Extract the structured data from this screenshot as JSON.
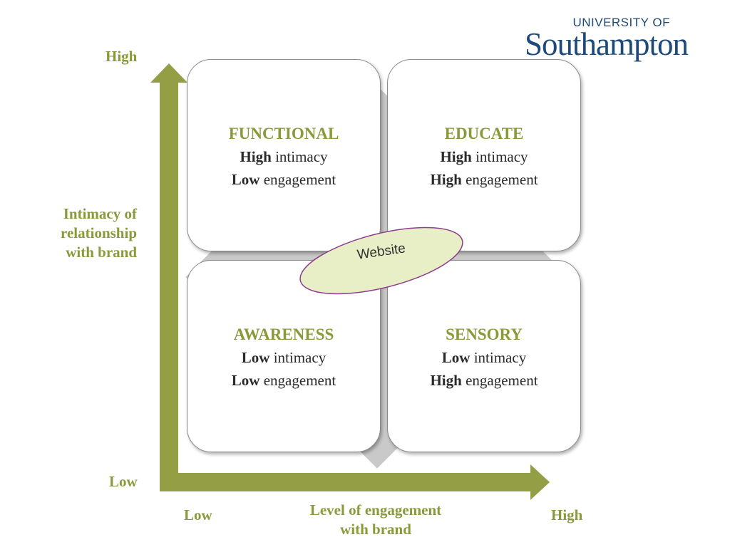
{
  "logo": {
    "top": "UNIVERSITY OF",
    "main": "Southampton"
  },
  "y_axis": {
    "label_lines": [
      "Intimacy of",
      "relationship",
      "with brand"
    ],
    "high": "High",
    "low": "Low"
  },
  "x_axis": {
    "label_lines": [
      "Level of engagement",
      "with brand"
    ],
    "low": "Low",
    "high": "High"
  },
  "quadrants": [
    {
      "title": "FUNCTIONAL",
      "line1_bold": "High",
      "line1_rest": " intimacy",
      "line2_bold": "Low",
      "line2_rest": " engagement"
    },
    {
      "title": "EDUCATE",
      "line1_bold": "High",
      "line1_rest": " intimacy",
      "line2_bold": "High",
      "line2_rest": " engagement"
    },
    {
      "title": "AWARENESS",
      "line1_bold": "Low",
      "line1_rest": " intimacy",
      "line2_bold": "Low",
      "line2_rest": " engagement"
    },
    {
      "title": "SENSORY",
      "line1_bold": "Low",
      "line1_rest": " intimacy",
      "line2_bold": "High",
      "line2_rest": " engagement"
    }
  ],
  "center_ellipse": {
    "label": "Website"
  },
  "colors": {
    "accent": "#939e45",
    "label_text": "#8a9a3a",
    "diamond": "#c9c9c9",
    "logo": "#1e4a7a",
    "ellipse_fill": "#e8efc6",
    "ellipse_stroke": "#8e3e8e"
  }
}
